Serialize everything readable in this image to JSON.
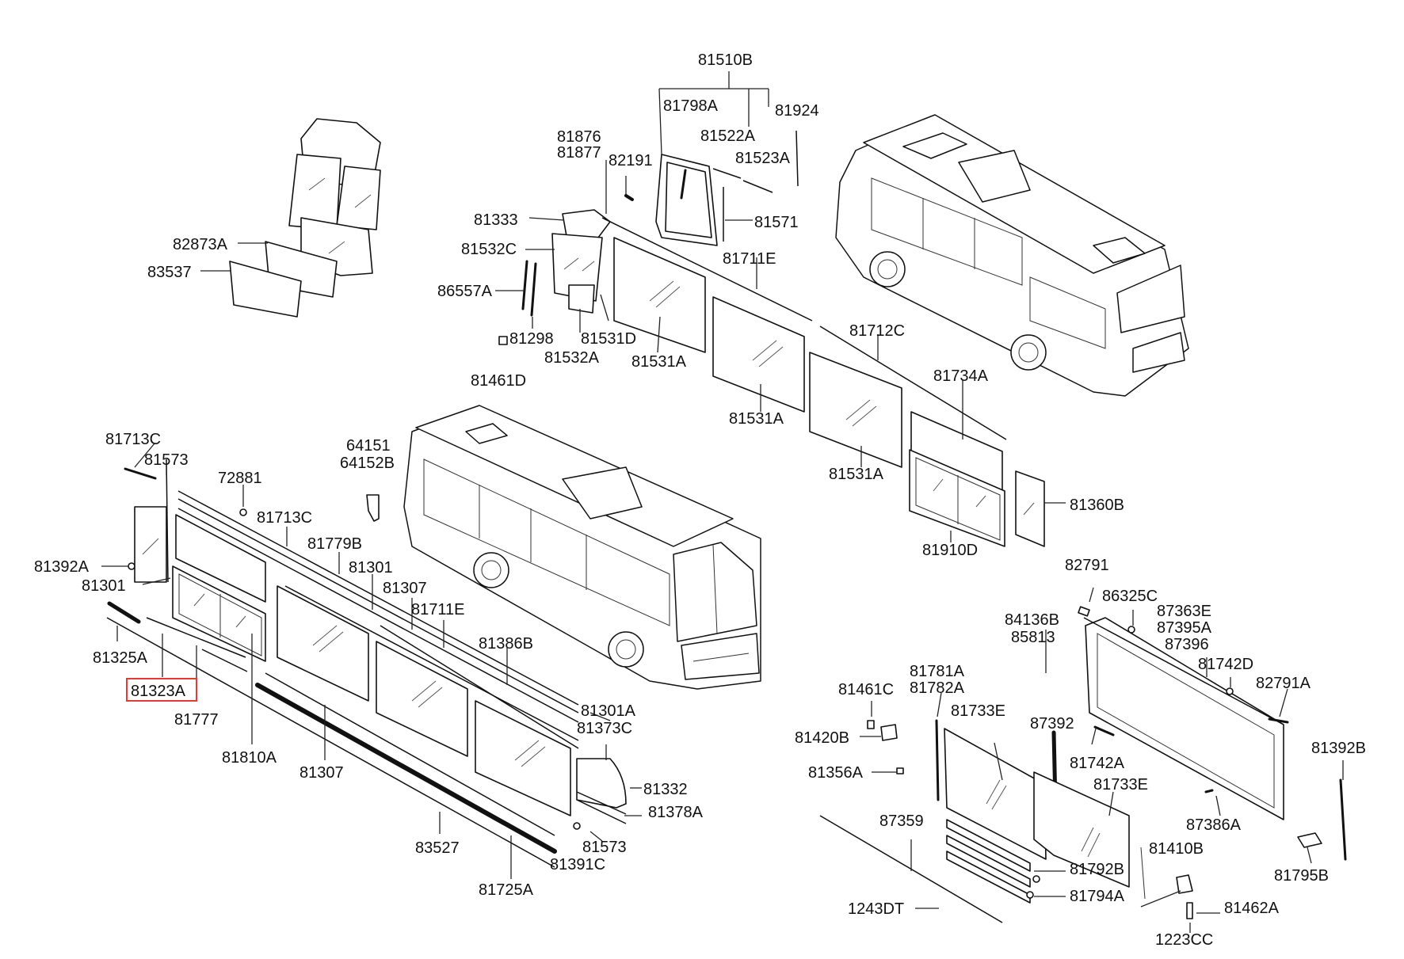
{
  "diagram": {
    "highlighted_part": "81323A",
    "part_labels": [
      "81510B",
      "81798A",
      "81924",
      "81522A",
      "81523A",
      "81876",
      "81877",
      "82191",
      "81333",
      "81571",
      "81532C",
      "81711E",
      "86557A",
      "81298",
      "81531D",
      "81532A",
      "81531A",
      "81461D",
      "81712C",
      "81531A",
      "81734A",
      "81531A",
      "81360B",
      "81910D",
      "82873A",
      "83537",
      "81713C",
      "81573",
      "72881",
      "64151",
      "64152B",
      "81713C",
      "81779B",
      "81392A",
      "81301",
      "81301",
      "81307",
      "81711E",
      "81386B",
      "81325A",
      "81323A",
      "81777",
      "81810A",
      "81307",
      "81301A",
      "81373C",
      "81332",
      "81378A",
      "83527",
      "81573",
      "81391C",
      "81725A",
      "82791",
      "86325C",
      "87363E",
      "87395A",
      "87396",
      "84136B",
      "85813",
      "81742D",
      "82791A",
      "81781A",
      "81782A",
      "81461C",
      "81733E",
      "87392",
      "81420B",
      "81742A",
      "81392B",
      "81356A",
      "81733E",
      "87386A",
      "87359",
      "81410B",
      "81792B",
      "81794A",
      "81795B",
      "1243DT",
      "81462A",
      "1223CC"
    ]
  }
}
